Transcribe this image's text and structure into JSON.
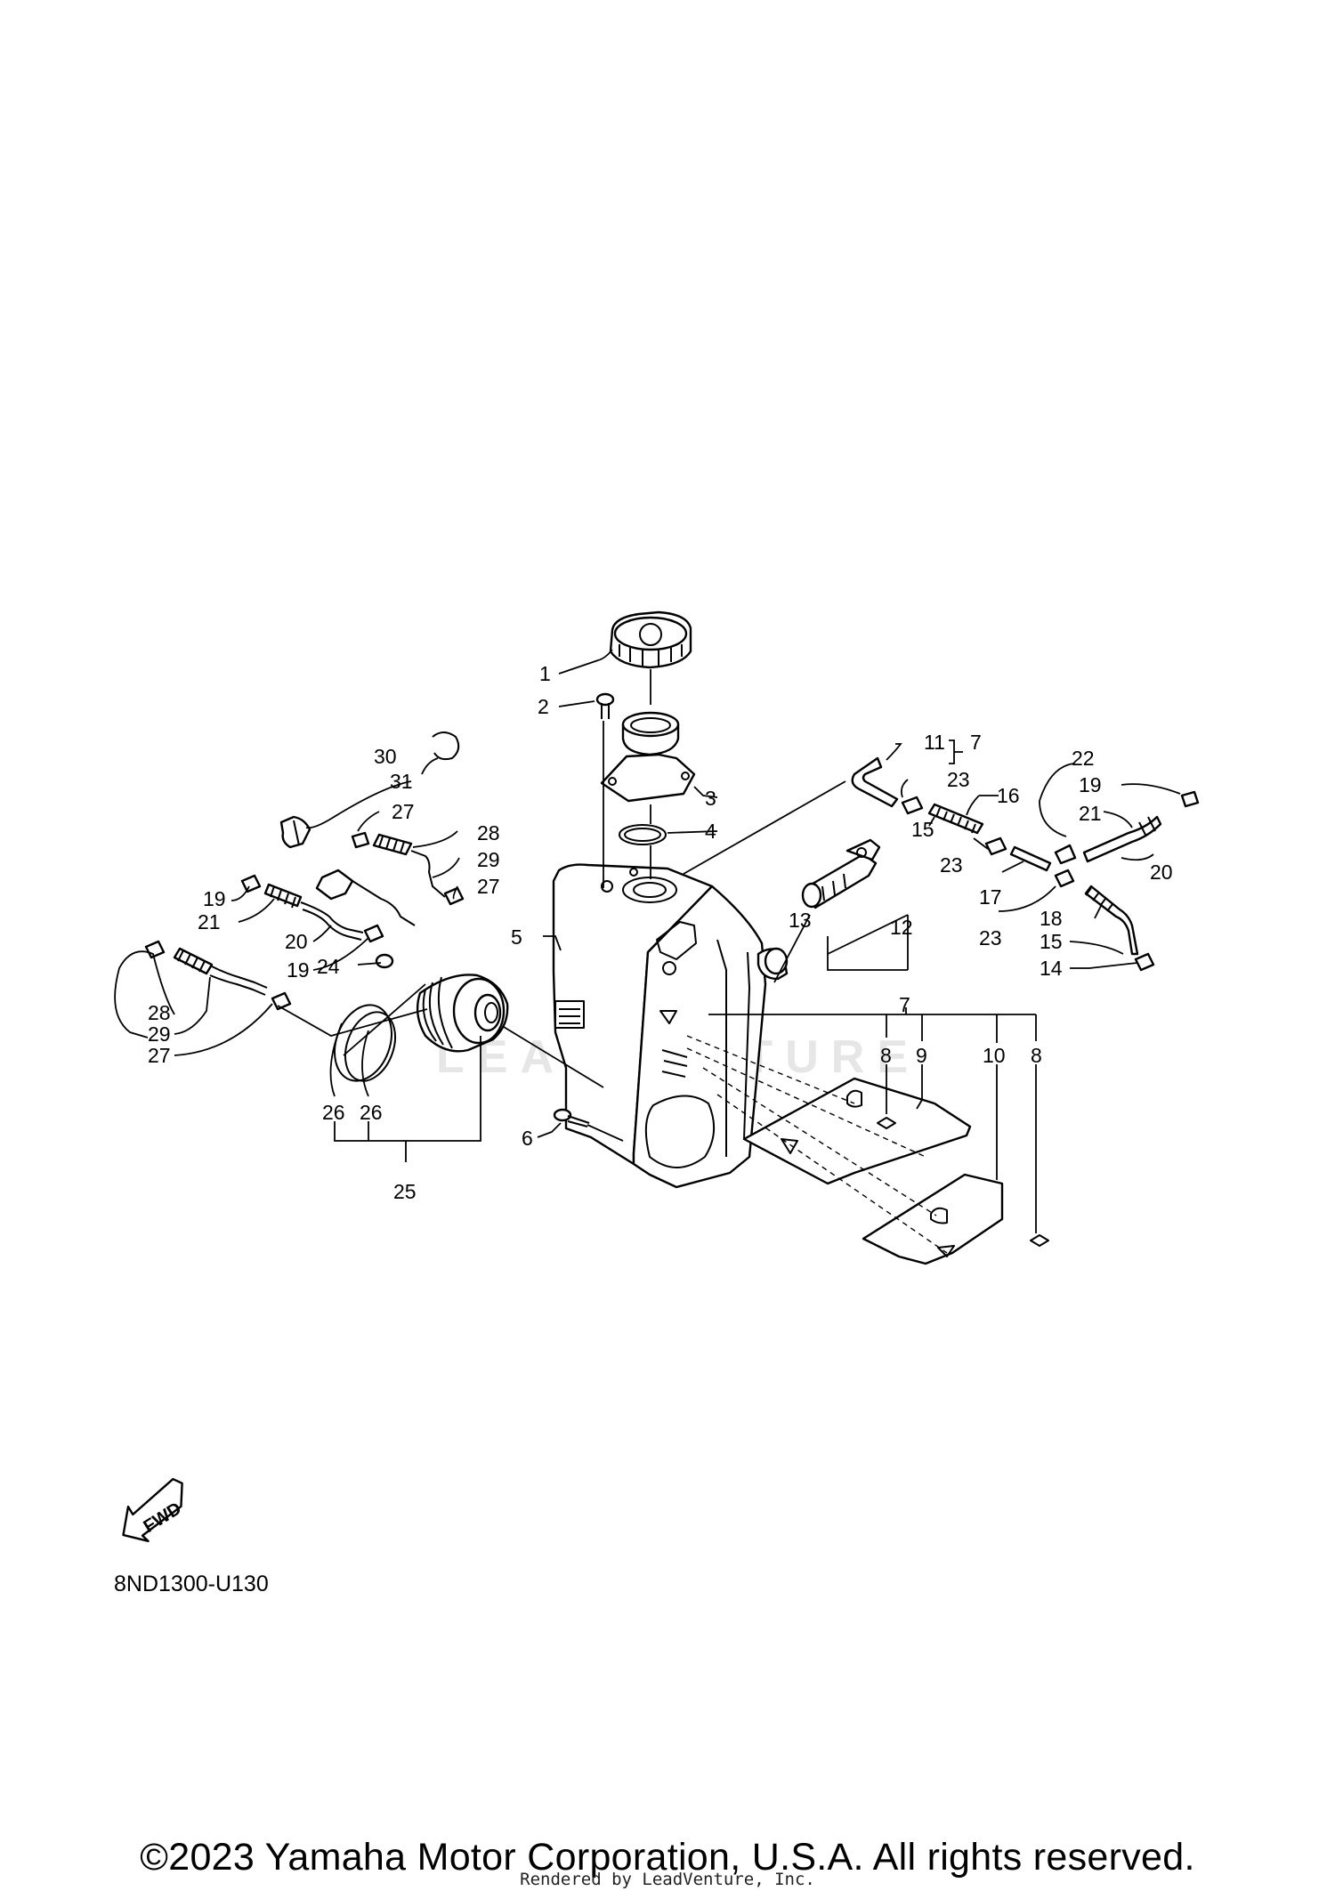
{
  "diagram": {
    "watermark": "LEADVENTURE",
    "fwd_label": "FWD",
    "diagram_code": "8ND1300-U130",
    "callouts": [
      "1",
      "2",
      "3",
      "4",
      "5",
      "6",
      "7",
      "7",
      "8",
      "8",
      "9",
      "10",
      "11",
      "12",
      "13",
      "14",
      "15",
      "15",
      "16",
      "17",
      "18",
      "19",
      "19",
      "20",
      "20",
      "21",
      "21",
      "22",
      "23",
      "23",
      "23",
      "24",
      "25",
      "26",
      "26",
      "27",
      "27",
      "27",
      "28",
      "28",
      "29",
      "29",
      "30",
      "31"
    ]
  },
  "footer": {
    "copyright": "©2023 Yamaha Motor Corporation, U.S.A. All rights reserved.",
    "rendered_by": "Rendered by LeadVenture, Inc."
  }
}
